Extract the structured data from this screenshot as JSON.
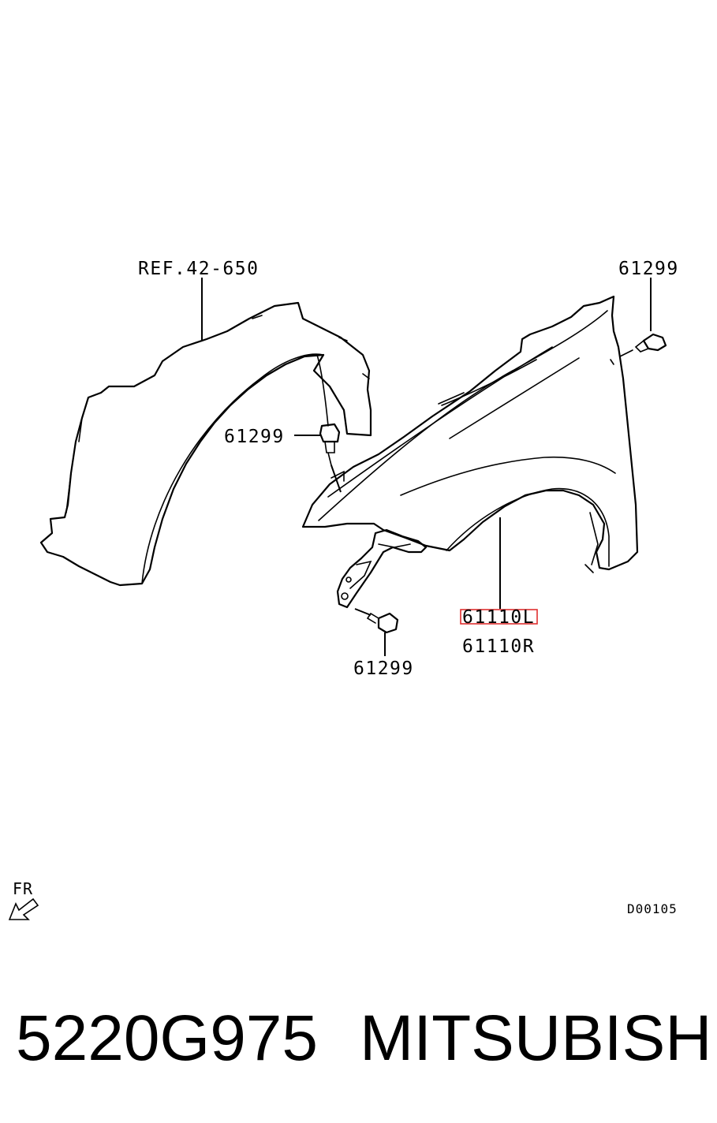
{
  "labels": {
    "ref": "REF.42-650",
    "bolt_top_right": "61299",
    "bolt_middle": "61299",
    "bolt_bottom": "61299",
    "fender_left": "61110L",
    "fender_right": "61110R",
    "direction": "FR",
    "diagram_code": "D00105"
  },
  "highlight_color": "#e03030",
  "footer": {
    "part_number": "5220G975",
    "brand": "MITSUBISHI"
  }
}
